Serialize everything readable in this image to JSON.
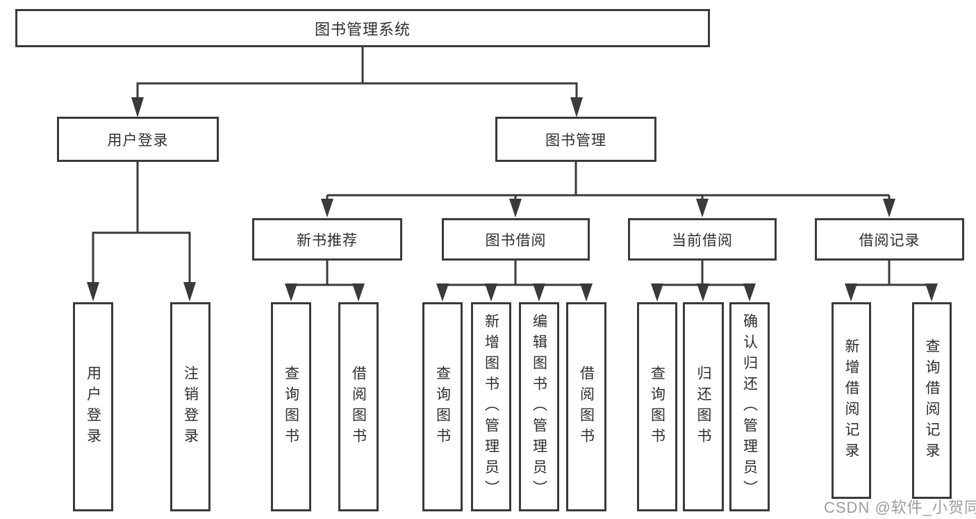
{
  "diagram": {
    "title": "图书管理系统",
    "branches": [
      {
        "label": "用户登录",
        "children": [
          {
            "label": "用户登录"
          },
          {
            "label": "注销登录"
          }
        ]
      },
      {
        "label": "图书管理",
        "children": [
          {
            "label": "新书推荐",
            "children": [
              {
                "label": "查询图书"
              },
              {
                "label": "借阅图书"
              }
            ]
          },
          {
            "label": "图书借阅",
            "children": [
              {
                "label": "查询图书"
              },
              {
                "label": "新增图书（管理员）"
              },
              {
                "label": "编辑图书（管理员）"
              },
              {
                "label": "借阅图书"
              }
            ]
          },
          {
            "label": "当前借阅",
            "children": [
              {
                "label": "查询图书"
              },
              {
                "label": "归还图书"
              },
              {
                "label": "确认归还（管理员）"
              }
            ]
          },
          {
            "label": "借阅记录",
            "children": [
              {
                "label": "新增借阅记录"
              },
              {
                "label": "查询借阅记录"
              }
            ]
          }
        ]
      }
    ]
  },
  "watermark": {
    "text": "CSDN @软件_小贺同学",
    "color": "#9c9c9c"
  },
  "colors": {
    "line": "#3a3a3a",
    "text": "#2e2e2e",
    "background": "#ffffff"
  }
}
